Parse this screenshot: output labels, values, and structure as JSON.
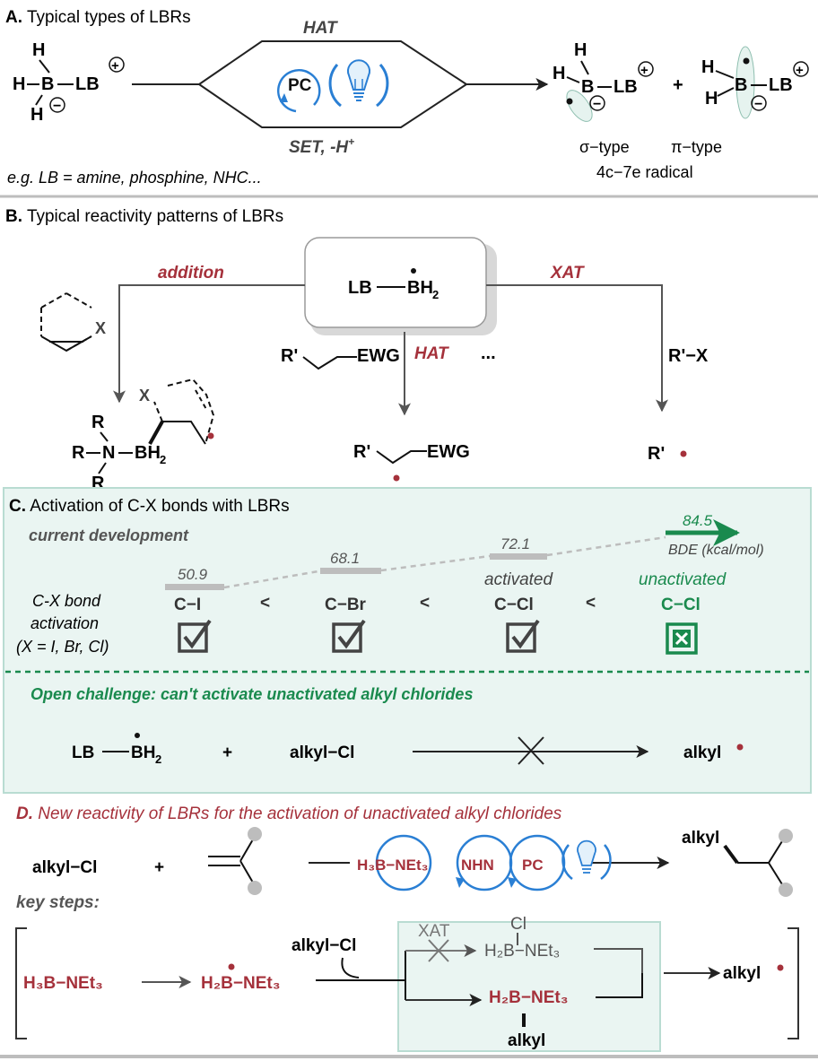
{
  "colors": {
    "red": "#a5313b",
    "green": "#1a8a4e",
    "blue": "#2a7fd4",
    "gray": "#555555",
    "light_gray": "#bdbdbd",
    "panel_bg": "#eaf5f2",
    "panel_border": "#b9dcd2"
  },
  "icons": [
    "photocatalyst-cycle-icon",
    "light-bulb-icon",
    "checkbox-checked-icon",
    "checkbox-crossed-icon",
    "radical-dot-icon"
  ],
  "sectionA": {
    "label_letter": "A.",
    "title": "Typical types of LBRs",
    "reactant": {
      "h": "H",
      "b": "B",
      "lb": "LB",
      "plus": "+",
      "minus": "−"
    },
    "hat": "HAT",
    "pc": "PC",
    "set": "SET, -H",
    "set_sup": "+",
    "plus": "+",
    "sigma_type": "σ−type",
    "pi_type": "π−type",
    "radical": "4c−7e radical",
    "example": "e.g. LB = amine, phosphine, NHC..."
  },
  "sectionB": {
    "label_letter": "B.",
    "title": "Typical reactivity patterns of LBRs",
    "center_lb": "LB",
    "center_bh": "BH",
    "sub2": "2",
    "addition": "addition",
    "xat": "XAT",
    "hat": "HAT",
    "dots": "...",
    "x": "X",
    "r_prime_ewg_r": "R'",
    "ewg": "EWG",
    "r_prime_x": "R'−X",
    "r": "R",
    "n": "N",
    "bh2": "BH",
    "product_x": "X",
    "r_prime_radical": "R'"
  },
  "sectionC": {
    "label_letter": "C.",
    "title": "Activation of C-X bonds with LBRs",
    "current": "current development",
    "bde_values": [
      "50.9",
      "68.1",
      "72.1",
      "84.5"
    ],
    "bde_label": "BDE (kcal/mol)",
    "activated": "activated",
    "unactivated": "unactivated",
    "bonds": [
      "C−I",
      "C−Br",
      "C−Cl",
      "C−Cl"
    ],
    "lt": "<",
    "row_label": [
      "C-X bond",
      "activation",
      "(X = I, Br, Cl)"
    ],
    "challenge": "Open challenge: can't activate unactivated alkyl chlorides",
    "eq_lb": "LB",
    "eq_bh": "BH",
    "eq_sub2": "2",
    "eq_plus": "+",
    "eq_alkyl_cl": "alkyl−Cl",
    "eq_alkyl": "alkyl"
  },
  "sectionD": {
    "label_letter": "D.",
    "title": "New reactivity of LBRs for the activation of unactivated alkyl chlorides",
    "alkyl_cl": "alkyl−Cl",
    "plus": "+",
    "reagent": "H₃B−NEt₃",
    "nhn": "NHN",
    "pc": "PC",
    "product_alkyl": "alkyl",
    "key_steps": "key steps:",
    "start": "H₃B−NEt₃",
    "radical_h2": "H₂B",
    "radical_net": "−NEt₃",
    "alkyl_cl_2": "alkyl−Cl",
    "xat": "XAT",
    "cl": "Cl",
    "xat_product": "H₂B−NEt₃",
    "adduct": "H₂B−NEt₃",
    "adduct_alkyl": "alkyl",
    "final": "alkyl"
  }
}
